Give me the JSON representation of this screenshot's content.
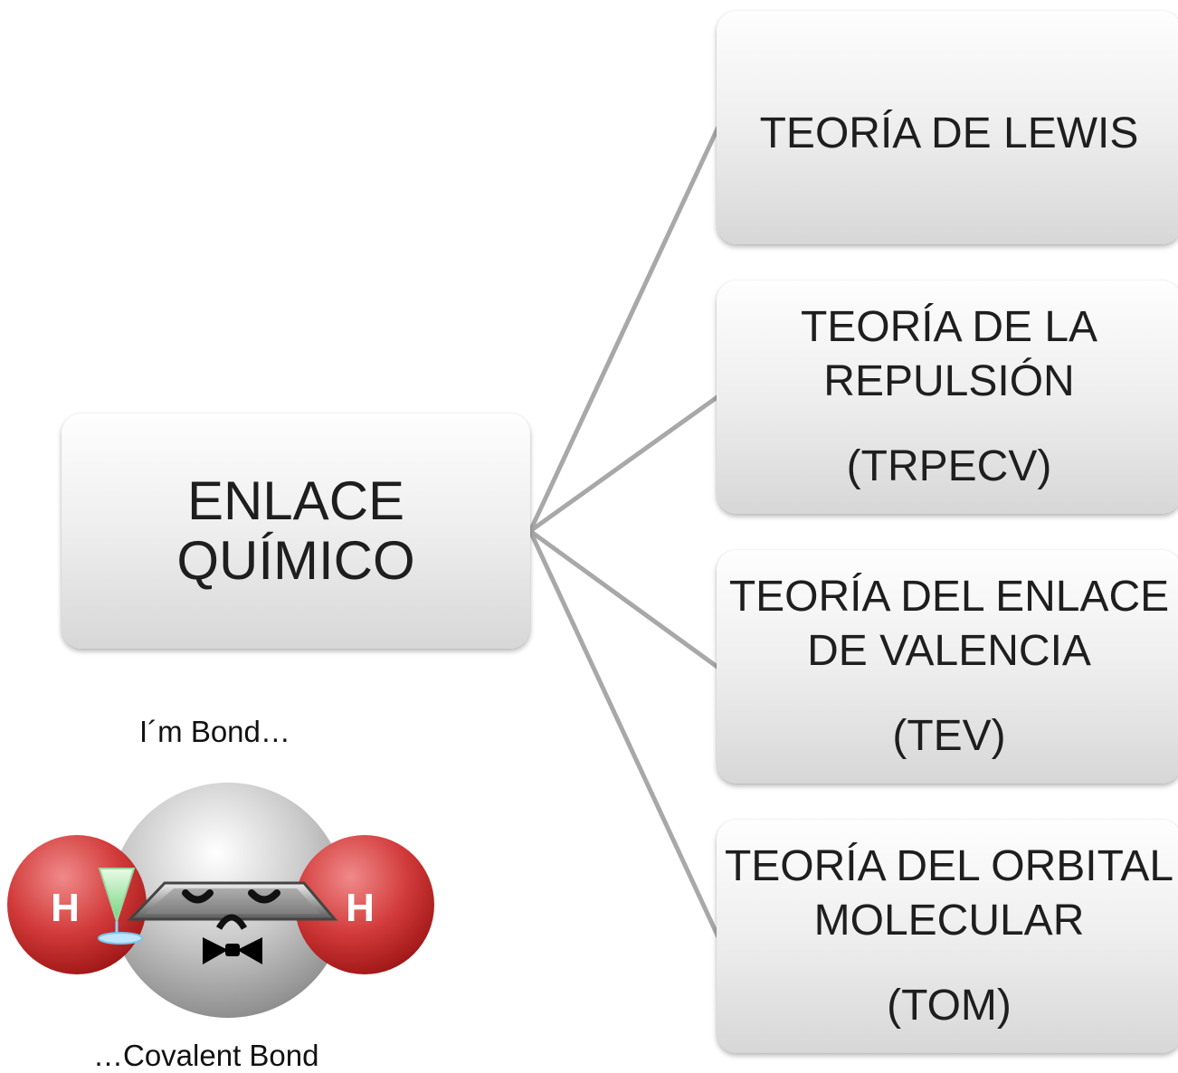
{
  "root": {
    "lines": [
      "ENLACE",
      "QUÍMICO"
    ]
  },
  "leaves": [
    {
      "lines": [
        "TEORÍA DE LEWIS"
      ]
    },
    {
      "lines": [
        "TEORÍA DE LA",
        "REPULSIÓN",
        "(TRPECV)"
      ]
    },
    {
      "lines": [
        "TEORÍA DEL ENLACE",
        "DE VALENCIA",
        "(TEV)"
      ]
    },
    {
      "lines": [
        "TEORÍA DEL ORBITAL",
        "MOLECULAR",
        "(TOM)"
      ]
    }
  ],
  "illustration": {
    "caption_top": "I´m Bond…",
    "caption_bottom": "…Covalent Bond",
    "atom_left_label": "H",
    "atom_right_label": "H"
  },
  "colors": {
    "connector": "#a8a8a8",
    "atom_red": "#c62828",
    "atom_gray": "#b5b5b5"
  }
}
